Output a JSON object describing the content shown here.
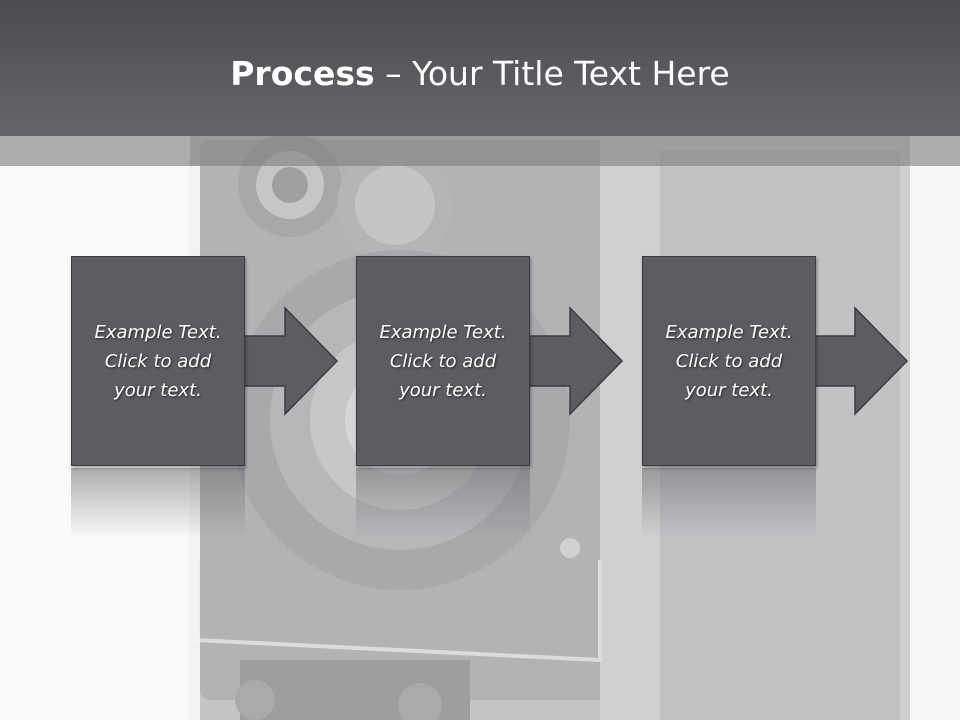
{
  "slide": {
    "title_bold": "Process",
    "title_rest": " – Your Title Text Here"
  },
  "steps": [
    {
      "text": "Example Text.\nClick  to add\nyour text."
    },
    {
      "text": "Example Text.\nClick  to add\nyour text."
    },
    {
      "text": "Example Text.\nClick  to add\nyour text."
    }
  ],
  "colors": {
    "title_bar": "#56565a",
    "box_fill": "#5d5d61",
    "arrow_fill": "#5d5d61"
  }
}
